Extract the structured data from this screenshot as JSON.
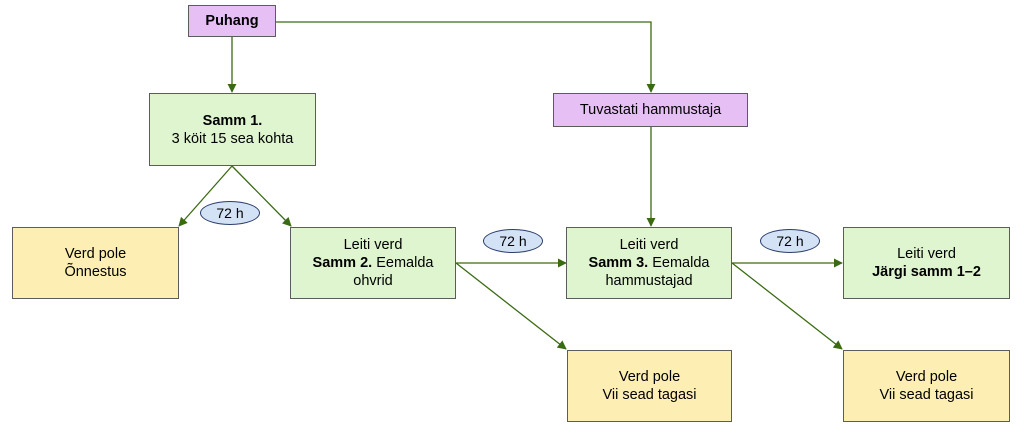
{
  "nodes": {
    "puhang": {
      "title": "Puhang"
    },
    "samm1": {
      "title": "Samm 1.",
      "text": "3 köit 15 sea kohta"
    },
    "tuvastati": {
      "title": "Tuvastati hammustaja"
    },
    "verd_pole_1": {
      "line1": "Verd pole",
      "line2": "Õnnestus"
    },
    "leiti_verd_2": {
      "line1": "Leiti verd",
      "bold": "Samm 2.",
      "rest": " Eemalda",
      "line3": "ohvrid"
    },
    "leiti_verd_3": {
      "line1": "Leiti verd",
      "bold": "Samm 3.",
      "rest": " Eemalda",
      "line3": "hammustajad"
    },
    "leiti_verd_4": {
      "line1": "Leiti verd",
      "line2": "Järgi samm 1–2"
    },
    "verd_pole_2": {
      "line1": "Verd pole",
      "line2": "Vii sead tagasi"
    },
    "verd_pole_3": {
      "line1": "Verd pole",
      "line2": "Vii sead tagasi"
    }
  },
  "intervals": [
    "72 h",
    "72 h",
    "72 h"
  ],
  "colors": {
    "edge": "#3a6a12",
    "process_box": "#dff5cf",
    "start_box": "#e6bff5",
    "outcome_box": "#fdefb4",
    "interval_pill": "#d3e3f5"
  }
}
